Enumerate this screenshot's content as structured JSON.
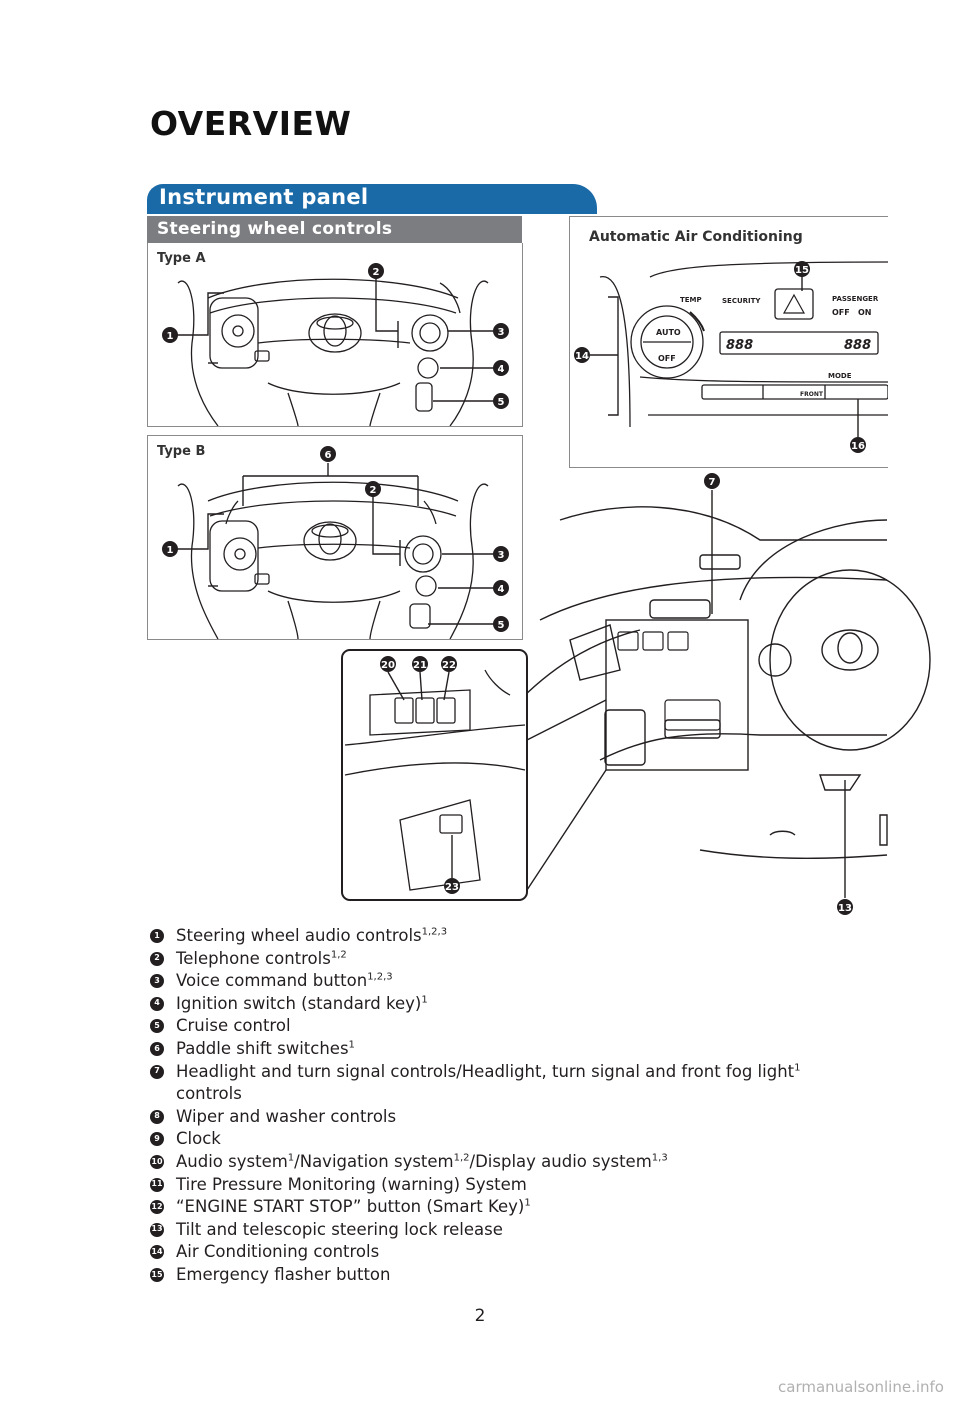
{
  "page": {
    "title": "OVERVIEW",
    "section": "Instrument panel",
    "subsection": "Steering wheel controls",
    "page_number": "2",
    "watermark": "carmanualsonline.info"
  },
  "figures": {
    "type_a_label": "Type A",
    "type_b_label": "Type B",
    "ac_label": "Automatic Air Conditioning",
    "ac_texts": {
      "temp": "TEMP",
      "security": "SECURITY",
      "passenger": "PASSENGER",
      "airbag_off": "OFF",
      "airbag_on": "ON",
      "auto": "AUTO",
      "off": "OFF",
      "mode": "MODE",
      "front": "FRONT",
      "display_left": "888",
      "display_right": "888"
    }
  },
  "legend": [
    {
      "num": "1",
      "text": "Steering wheel audio controls",
      "sup": "1,2,3",
      "tail": ""
    },
    {
      "num": "2",
      "text": "Telephone controls",
      "sup": "1,2",
      "tail": ""
    },
    {
      "num": "3",
      "text": "Voice command button",
      "sup": "1,2,3",
      "tail": ""
    },
    {
      "num": "4",
      "text": "Ignition switch (standard key)",
      "sup": "1",
      "tail": ""
    },
    {
      "num": "5",
      "text": "Cruise control",
      "sup": "",
      "tail": ""
    },
    {
      "num": "6",
      "text": "Paddle shift switches",
      "sup": "1",
      "tail": ""
    },
    {
      "num": "7",
      "text": "Headlight and turn signal controls/Headlight, turn signal and front fog light",
      "sup": "1",
      "tail": "controls"
    },
    {
      "num": "8",
      "text": "Wiper and washer controls",
      "sup": "",
      "tail": ""
    },
    {
      "num": "9",
      "text": "Clock",
      "sup": "",
      "tail": ""
    },
    {
      "num": "10",
      "text": "Audio system",
      "sup": "1",
      "text2": "/Navigation system",
      "sup2": "1,2",
      "text3": "/Display audio system",
      "sup3": "1,3",
      "tail": ""
    },
    {
      "num": "11",
      "text": "Tire Pressure Monitoring (warning) System",
      "sup": "",
      "tail": ""
    },
    {
      "num": "12",
      "text": "“ENGINE START STOP” button (Smart Key)",
      "sup": "1",
      "tail": ""
    },
    {
      "num": "13",
      "text": "Tilt and telescopic steering lock release",
      "sup": "",
      "tail": ""
    },
    {
      "num": "14",
      "text": "Air Conditioning controls",
      "sup": "",
      "tail": ""
    },
    {
      "num": "15",
      "text": "Emergency flasher button",
      "sup": "",
      "tail": ""
    }
  ],
  "callouts": [
    "1",
    "2",
    "3",
    "4",
    "5",
    "6",
    "7",
    "13",
    "14",
    "15",
    "16",
    "20",
    "21",
    "22",
    "23"
  ]
}
